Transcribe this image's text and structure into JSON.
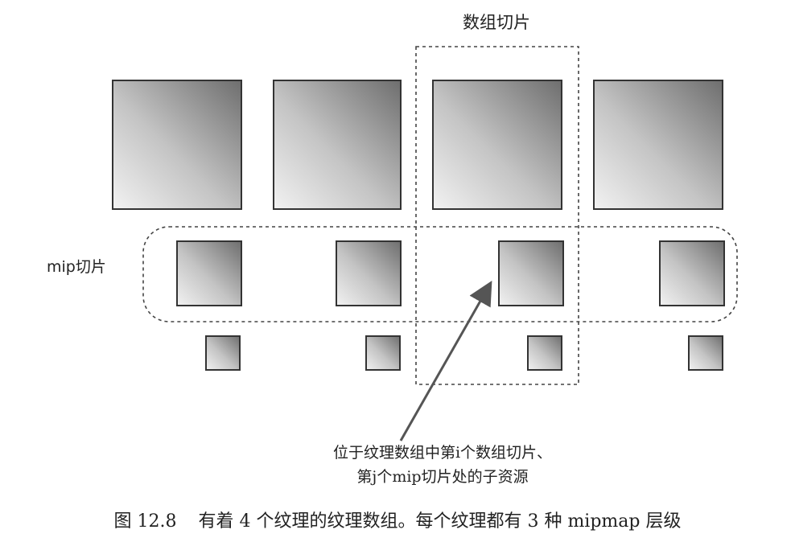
{
  "labels": {
    "array_slice": "数组切片",
    "mip_slice": "mip切片"
  },
  "annotation": {
    "line1": "位于纹理数组中第i个数组切片、",
    "line2": "第j个mip切片处的子资源"
  },
  "caption": {
    "number": "图 12.8",
    "text": "有着 4 个纹理的纹理数组。每个纹理都有 3 种 mipmap 层级"
  },
  "colors": {
    "box_dark": "#6e6e6e",
    "box_light": "#f2f2f2",
    "border": "#333333",
    "arrow": "#555555"
  }
}
